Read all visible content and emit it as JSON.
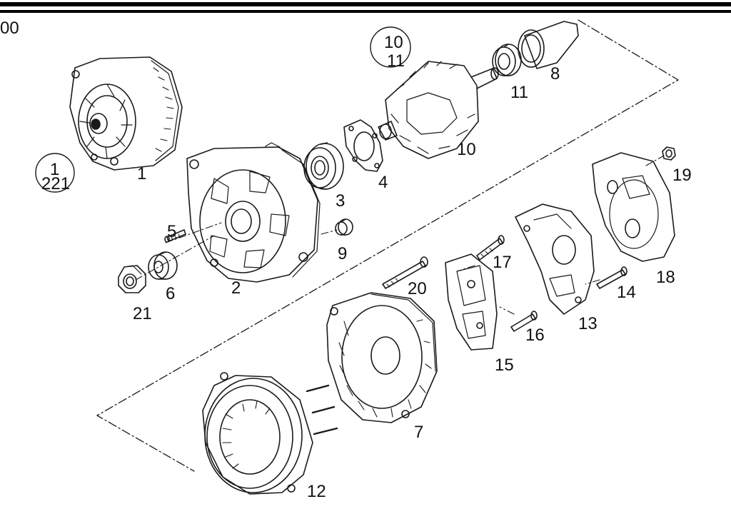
{
  "header": {
    "corner_text": "00"
  },
  "callouts": {
    "main_ref": {
      "top": "1",
      "bottom": "221"
    },
    "rotor_ref": {
      "top": "10",
      "bottom": "11"
    }
  },
  "parts": [
    {
      "id": "part-1",
      "number": "1"
    },
    {
      "id": "part-2",
      "number": "2"
    },
    {
      "id": "part-3",
      "number": "3"
    },
    {
      "id": "part-4",
      "number": "4"
    },
    {
      "id": "part-5",
      "number": "5"
    },
    {
      "id": "part-6",
      "number": "6"
    },
    {
      "id": "part-7",
      "number": "7"
    },
    {
      "id": "part-8",
      "number": "8"
    },
    {
      "id": "part-9",
      "number": "9"
    },
    {
      "id": "part-10",
      "number": "10"
    },
    {
      "id": "part-11",
      "number": "11"
    },
    {
      "id": "part-12",
      "number": "12"
    },
    {
      "id": "part-13",
      "number": "13"
    },
    {
      "id": "part-14",
      "number": "14"
    },
    {
      "id": "part-15",
      "number": "15"
    },
    {
      "id": "part-16",
      "number": "16"
    },
    {
      "id": "part-17",
      "number": "17"
    },
    {
      "id": "part-18",
      "number": "18"
    },
    {
      "id": "part-19",
      "number": "19"
    },
    {
      "id": "part-20",
      "number": "20"
    },
    {
      "id": "part-21",
      "number": "21"
    }
  ]
}
